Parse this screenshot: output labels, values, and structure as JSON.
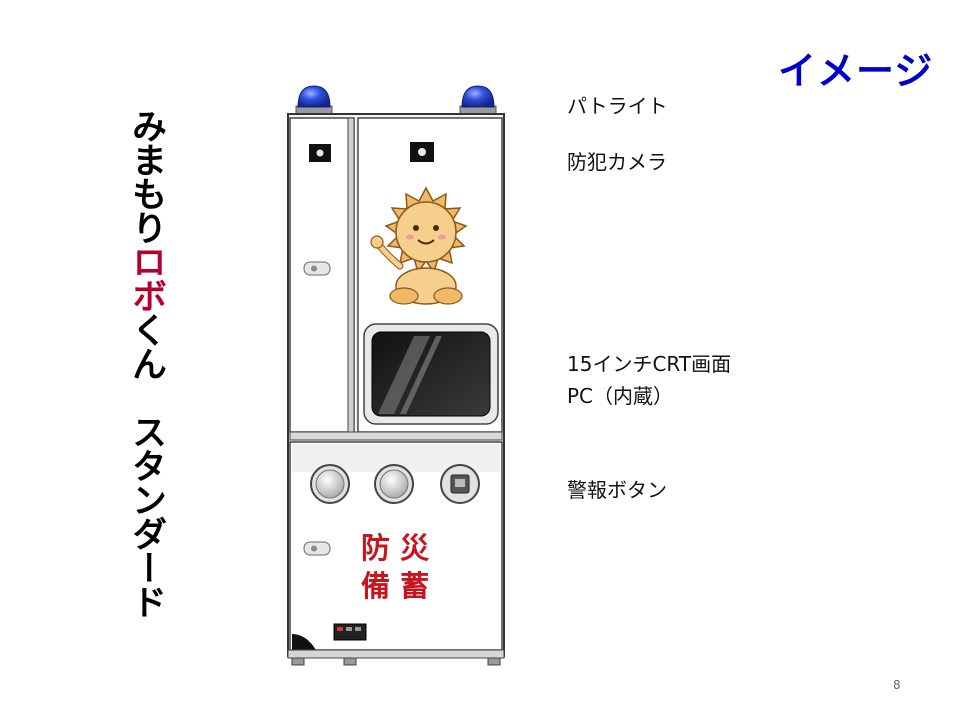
{
  "slide": {
    "badge": "イメージ",
    "title": {
      "part1": "みまもり",
      "part2_accent": "ロボ",
      "part3": "くん",
      "part4": "スタンダード"
    },
    "labels": {
      "patrol_light": "パトライト",
      "security_camera": "防犯カメラ",
      "screen_line1": "15インチCRT画面",
      "screen_line2": "PC（内蔵）",
      "alarm_button": "警報ボタン"
    },
    "page_number": "8",
    "machine": {
      "door_text_row1": "防 災",
      "door_text_row2": "備 蓄"
    },
    "colors": {
      "badge": "#0000cc",
      "title_accent": "#b5002d",
      "beacon": "#1f3fd0",
      "door_text": "#c8141e",
      "mascot": "#f2b866"
    }
  }
}
